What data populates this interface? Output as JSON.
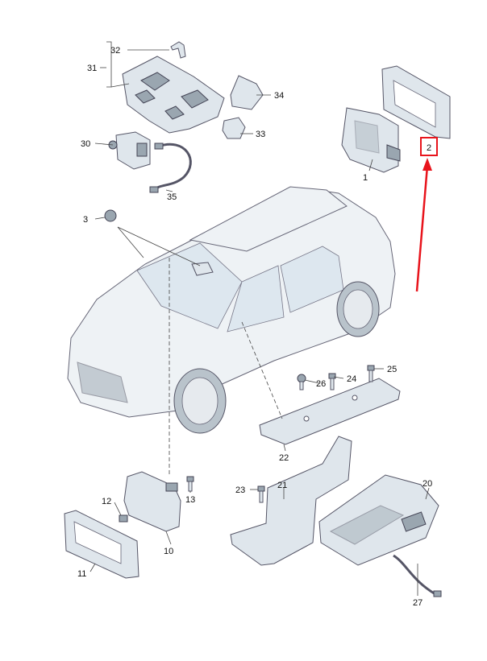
{
  "parts": {
    "p1": "1",
    "p2": "2",
    "p3": "3",
    "p10": "10",
    "p11": "11",
    "p12": "12",
    "p13": "13",
    "p20": "20",
    "p21": "21",
    "p22": "22",
    "p23": "23",
    "p24": "24",
    "p25": "25",
    "p26": "26",
    "p27": "27",
    "p30": "30",
    "p31": "31",
    "p32": "32",
    "p33": "33",
    "p34": "34",
    "p35": "35"
  },
  "colors": {
    "highlight": "#e8141c",
    "line": "#444444",
    "part_fill": "#dfe6ec"
  }
}
